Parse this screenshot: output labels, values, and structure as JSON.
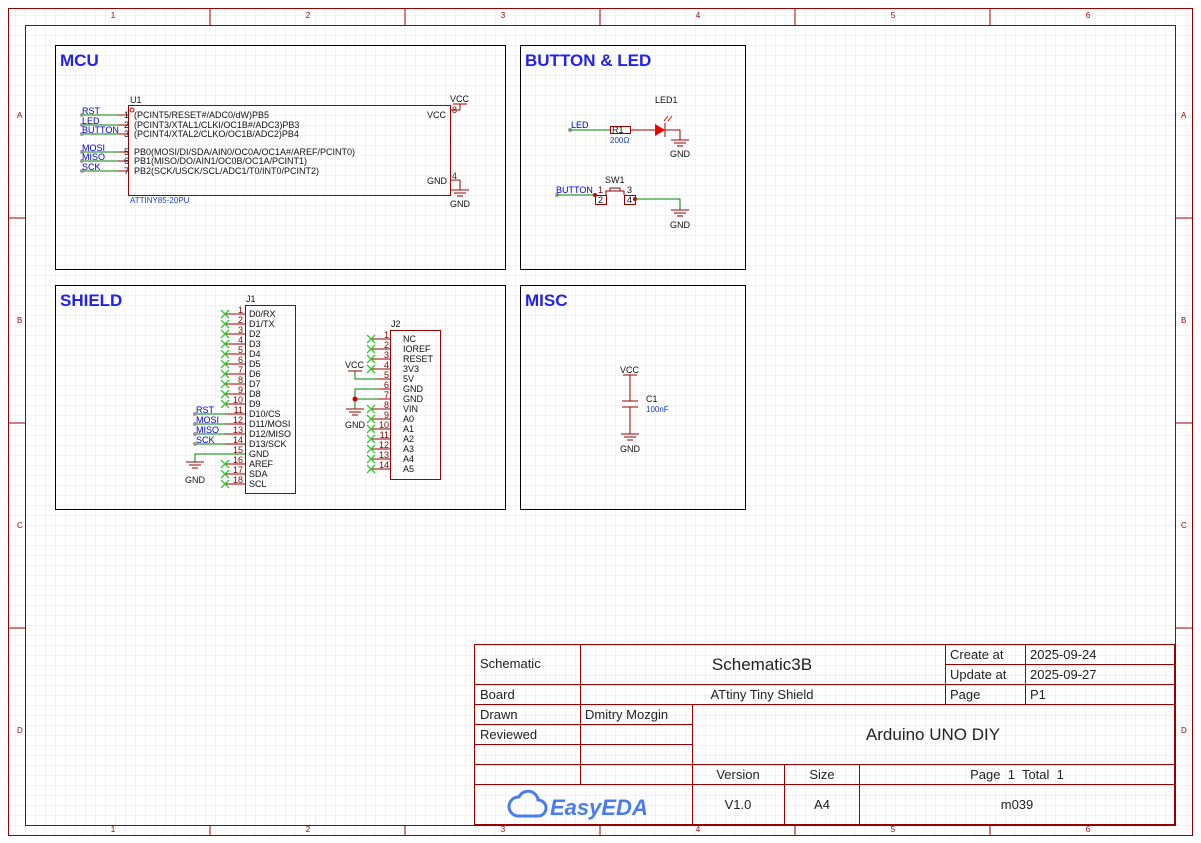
{
  "sheet": {
    "columns": [
      "1",
      "2",
      "3",
      "4",
      "5",
      "6"
    ],
    "rows": [
      "A",
      "B",
      "C",
      "D"
    ]
  },
  "sections": {
    "mcu": "MCU",
    "button_led": "BUTTON & LED",
    "shield": "SHIELD",
    "misc": "MISC"
  },
  "u1": {
    "ref": "U1",
    "part": "ATTINY85-20PU",
    "left_pins": [
      {
        "num": "1",
        "name": "(PCINT5/RESET#/ADC0/dW)PB5",
        "net": "RST"
      },
      {
        "num": "2",
        "name": "(PCINT3/XTAL1/CLKI/OC1B#/ADC3)PB3",
        "net": "LED"
      },
      {
        "num": "3",
        "name": "(PCINT4/XTAL2/CLKO/OC1B/ADC2)PB4",
        "net": "BUTTON"
      },
      {
        "num": "5",
        "name": "PB0(MOSI/DI/SDA/AIN0/OC0A/OC1A#/AREF/PCINT0)",
        "net": "MOSI"
      },
      {
        "num": "6",
        "name": "PB1(MISO/DO/AIN1/OC0B/OC1A/PCINT1)",
        "net": "MISO"
      },
      {
        "num": "7",
        "name": "PB2(SCK/USCK/SCL/ADC1/T0/INT0/PCINT2)",
        "net": "SCK"
      }
    ],
    "vcc_pin": {
      "num": "8",
      "name": "VCC",
      "net": "VCC"
    },
    "gnd_pin": {
      "num": "4",
      "name": "GND",
      "net": "GND"
    }
  },
  "button_led": {
    "led_net": "LED",
    "r1_ref": "R1",
    "r1_value": "200Ω",
    "led_ref": "LED1",
    "gnd1": "GND",
    "button_net": "BUTTON",
    "sw_ref": "SW1",
    "sw_pins": [
      "1",
      "2",
      "3",
      "4"
    ],
    "gnd2": "GND"
  },
  "j1": {
    "ref": "J1",
    "pins": [
      {
        "num": "1",
        "name": "D0/RX",
        "net": ""
      },
      {
        "num": "2",
        "name": "D1/TX",
        "net": ""
      },
      {
        "num": "3",
        "name": "D2",
        "net": ""
      },
      {
        "num": "4",
        "name": "D3",
        "net": ""
      },
      {
        "num": "5",
        "name": "D4",
        "net": ""
      },
      {
        "num": "6",
        "name": "D5",
        "net": ""
      },
      {
        "num": "7",
        "name": "D6",
        "net": ""
      },
      {
        "num": "8",
        "name": "D7",
        "net": ""
      },
      {
        "num": "9",
        "name": "D8",
        "net": ""
      },
      {
        "num": "10",
        "name": "D9",
        "net": ""
      },
      {
        "num": "11",
        "name": "D10/CS",
        "net": "RST"
      },
      {
        "num": "12",
        "name": "D11/MOSI",
        "net": "MOSI"
      },
      {
        "num": "13",
        "name": "D12/MISO",
        "net": "MISO"
      },
      {
        "num": "14",
        "name": "D13/SCK",
        "net": "SCK"
      },
      {
        "num": "15",
        "name": "GND",
        "net": "GND"
      },
      {
        "num": "16",
        "name": "AREF",
        "net": ""
      },
      {
        "num": "17",
        "name": "SDA",
        "net": ""
      },
      {
        "num": "18",
        "name": "SCL",
        "net": ""
      }
    ],
    "gnd": "GND"
  },
  "j2": {
    "ref": "J2",
    "pins": [
      {
        "num": "1",
        "name": "NC",
        "net": ""
      },
      {
        "num": "2",
        "name": "IOREF",
        "net": ""
      },
      {
        "num": "3",
        "name": "RESET",
        "net": ""
      },
      {
        "num": "4",
        "name": "3V3",
        "net": ""
      },
      {
        "num": "5",
        "name": "5V",
        "net": "VCC"
      },
      {
        "num": "6",
        "name": "GND",
        "net": "GND"
      },
      {
        "num": "7",
        "name": "GND",
        "net": "GND"
      },
      {
        "num": "8",
        "name": "VIN",
        "net": ""
      },
      {
        "num": "9",
        "name": "A0",
        "net": ""
      },
      {
        "num": "10",
        "name": "A1",
        "net": ""
      },
      {
        "num": "11",
        "name": "A2",
        "net": ""
      },
      {
        "num": "12",
        "name": "A3",
        "net": ""
      },
      {
        "num": "13",
        "name": "A4",
        "net": ""
      },
      {
        "num": "14",
        "name": "A5",
        "net": ""
      }
    ],
    "vcc": "VCC",
    "gnd": "GND"
  },
  "misc": {
    "vcc": "VCC",
    "c1_ref": "C1",
    "c1_value": "100nF",
    "gnd": "GND"
  },
  "title_block": {
    "schematic_label": "Schematic",
    "schematic_value": "Schematic3B",
    "create_label": "Create at",
    "create_value": "2025-09-24",
    "update_label": "Update at",
    "update_value": "2025-09-27",
    "board_label": "Board",
    "board_value": "ATtiny Tiny Shield",
    "page_label": "Page",
    "page_value": "P1",
    "drawn_label": "Drawn",
    "drawn_value": "Dmitry Mozgin",
    "reviewed_label": "Reviewed",
    "project": "Arduino UNO DIY",
    "version_label": "Version",
    "version_value": "V1.0",
    "size_label": "Size",
    "size_value": "A4",
    "pages_label": "Page  1  Total  1",
    "part_value": "m039",
    "logo": "EasyEDA"
  },
  "colors": {
    "border": "#990000",
    "wire": "#008000",
    "net": "#0000cc",
    "section": "#2222ee",
    "nc": "#33cc33"
  }
}
